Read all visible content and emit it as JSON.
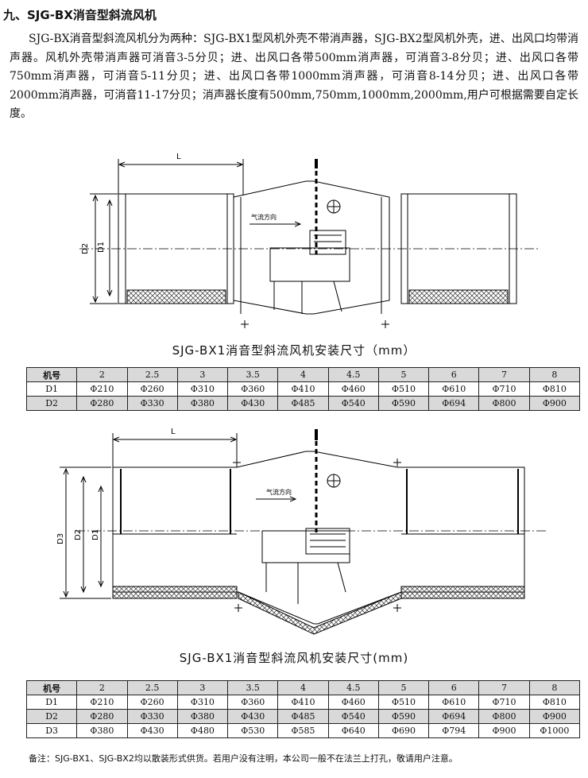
{
  "section_title": "九、SJG-BX消音型斜流风机",
  "intro": "SJG-BX消音型斜流风机分为两种：SJG-BX1型风机外壳不带消声器，SJG-BX2型风机外壳，进、出风口均带消声器。风机外壳带消声器可消音3-5分贝；进、出风口各带500mm消声器，可消音3-8分贝；进、出风口各带750mm消声器，可消音5-11分贝；进、出风口各带1000mm消声器，可消音8-14分贝；进、出风口各带2000mm消声器，可消音11-17分贝；消声器长度有500mm,750mm,1000mm,2000mm,用户可根据需要自定长度。",
  "diagram1": {
    "l_label": "L",
    "d2_label": "D2",
    "d1_label": "D1",
    "flow_label": "气流方向"
  },
  "caption1": "SJG-BX1消音型斜流风机安装尺寸（mm）",
  "table1": {
    "header": [
      "机号",
      "2",
      "2.5",
      "3",
      "3.5",
      "4",
      "4.5",
      "5",
      "6",
      "7",
      "8"
    ],
    "rows": [
      [
        "D1",
        "Φ210",
        "Φ260",
        "Φ310",
        "Φ360",
        "Φ410",
        "Φ460",
        "Φ510",
        "Φ610",
        "Φ710",
        "Φ810"
      ],
      [
        "D2",
        "Φ280",
        "Φ330",
        "Φ380",
        "Φ430",
        "Φ485",
        "Φ540",
        "Φ590",
        "Φ694",
        "Φ800",
        "Φ900"
      ]
    ]
  },
  "diagram2": {
    "l_label": "L",
    "d3_label": "D3",
    "d2_label": "D2",
    "d1_label": "D1",
    "flow_label": "气流方向"
  },
  "caption2": "SJG-BX1消音型斜流风机安装尺寸(mm)",
  "table2": {
    "header": [
      "机号",
      "2",
      "2.5",
      "3",
      "3.5",
      "4",
      "4.5",
      "5",
      "6",
      "7",
      "8"
    ],
    "rows": [
      [
        "D1",
        "Φ210",
        "Φ260",
        "Φ310",
        "Φ360",
        "Φ410",
        "Φ460",
        "Φ510",
        "Φ610",
        "Φ710",
        "Φ810"
      ],
      [
        "D2",
        "Φ280",
        "Φ330",
        "Φ380",
        "Φ430",
        "Φ485",
        "Φ540",
        "Φ590",
        "Φ694",
        "Φ800",
        "Φ900"
      ],
      [
        "D3",
        "Φ380",
        "Φ430",
        "Φ480",
        "Φ530",
        "Φ585",
        "Φ640",
        "Φ690",
        "Φ794",
        "Φ900",
        "Φ1000"
      ]
    ]
  },
  "note": "备注：SJG-BX1、SJG-BX2均以散装形式供货。若用户没有注明，本公司一般不在法兰上打孔，敬请用户注意。"
}
